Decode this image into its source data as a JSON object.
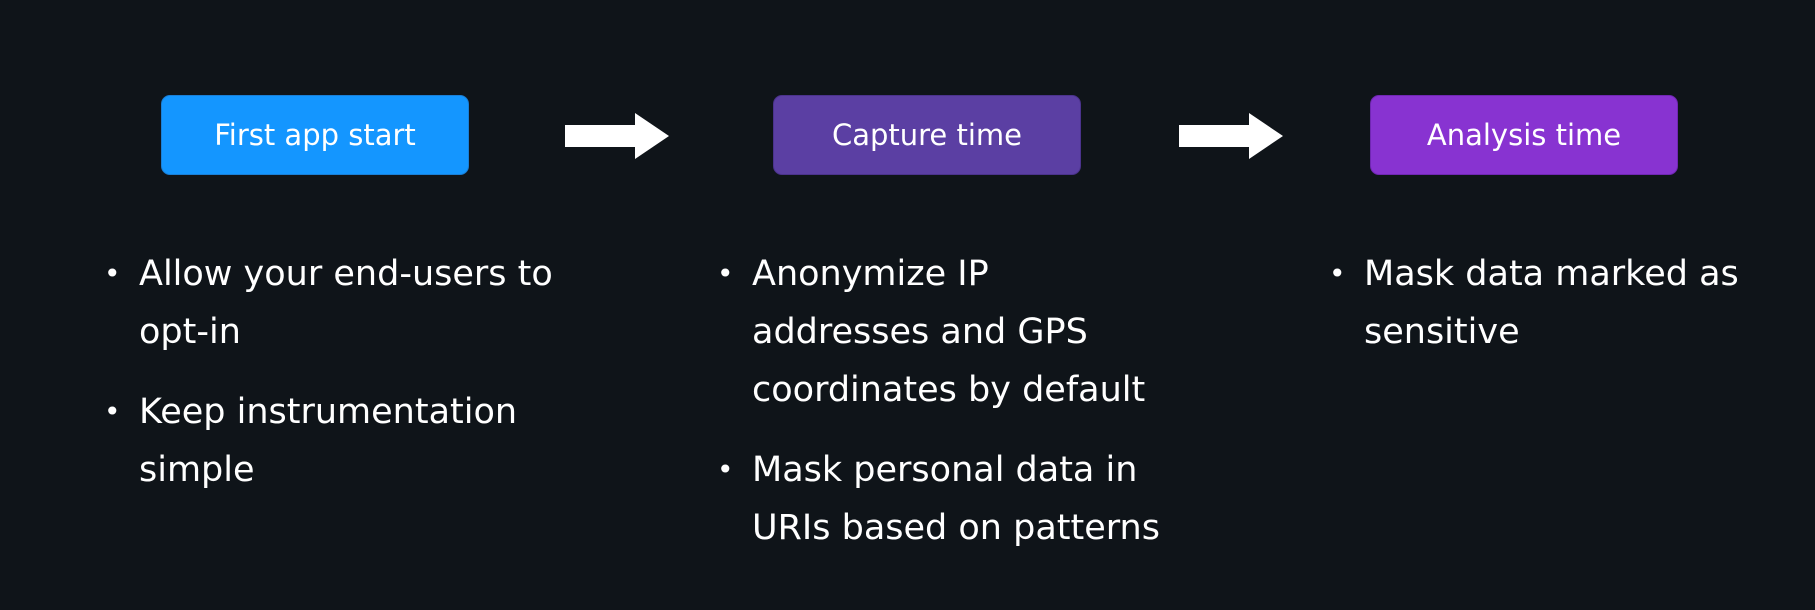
{
  "stages": [
    {
      "label": "First app start",
      "color": "#1496ff",
      "bullets": [
        "Allow your end-users to opt-in",
        "Keep instrumentation simple"
      ]
    },
    {
      "label": "Capture time",
      "color": "#5b3fa3",
      "bullets": [
        "Anonymize IP addresses and GPS coordinates by default",
        "Mask personal data in URIs based on patterns"
      ]
    },
    {
      "label": "Analysis time",
      "color": "#8833d1",
      "bullets": [
        "Mask data marked as sensitive"
      ]
    }
  ],
  "background": "#0f1419",
  "arrow_color": "#ffffff"
}
